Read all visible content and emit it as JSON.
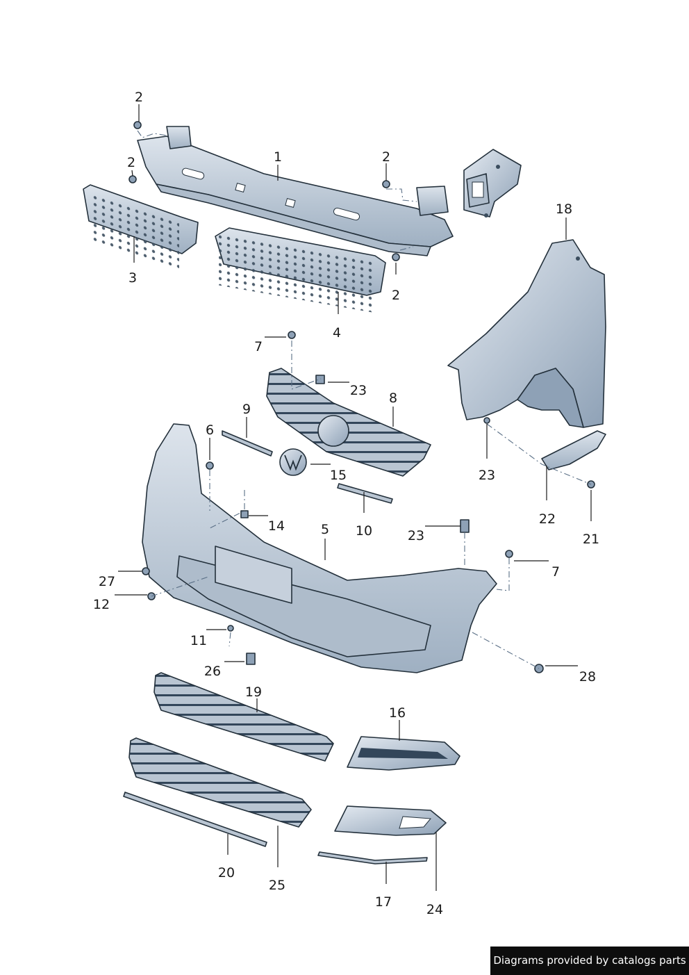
{
  "callouts": [
    "1",
    "2",
    "2",
    "2",
    "2",
    "3",
    "4",
    "5",
    "6",
    "7",
    "7",
    "8",
    "9",
    "10",
    "11",
    "12",
    "14",
    "15",
    "16",
    "17",
    "18",
    "19",
    "20",
    "21",
    "22",
    "23",
    "23",
    "23",
    "24",
    "25",
    "26",
    "27",
    "28"
  ],
  "credit": "Diagrams provided by catalogs parts",
  "colors": {
    "part_fill": "#c6d0dc",
    "part_shade": "#9fb0c2",
    "outline": "#23303b",
    "leader": "#1a1a1a",
    "credit_bg": "#0d0d0d"
  }
}
